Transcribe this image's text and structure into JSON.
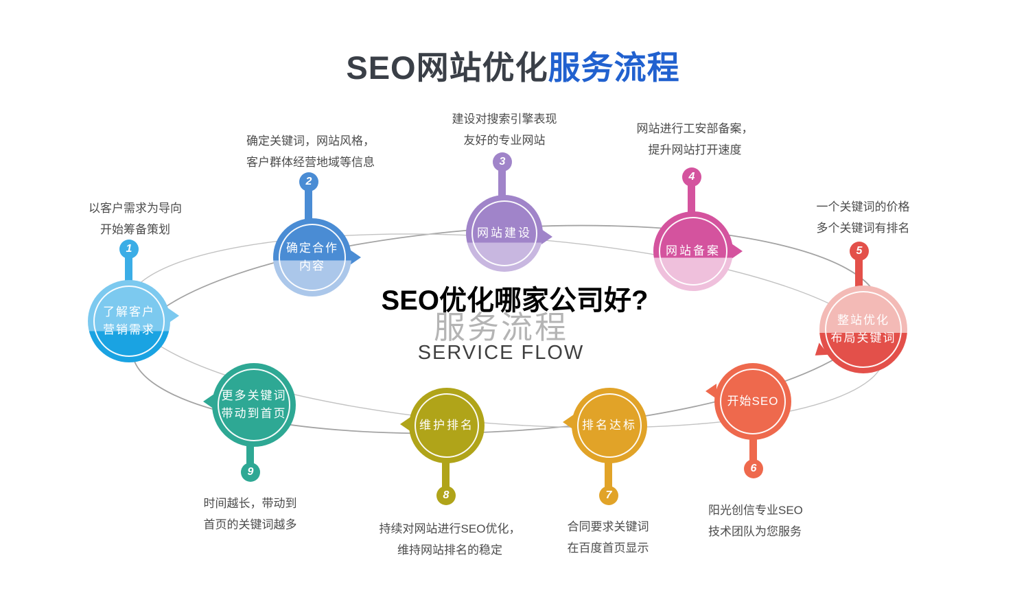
{
  "title": {
    "dark": "SEO网站优化",
    "blue": "服务流程"
  },
  "center": {
    "headline": "SEO优化哪家公司好?",
    "watermark": "服务流程",
    "subtitle": "SERVICE FLOW"
  },
  "colors": {
    "title_dark": "#3a3f47",
    "title_blue": "#2161cf",
    "desc_text": "#4b4b4b",
    "watermark": "#b4b4b4",
    "line_a": "#a3a3a3",
    "line_b": "#c2c2c2"
  },
  "nodes": [
    {
      "number": "1",
      "label": [
        "了解客户",
        "营销需求"
      ],
      "desc": [
        "以客户需求为导向",
        "开始筹备策划"
      ],
      "colors": {
        "top": "#7cc9ef",
        "bottom": "#1aa3e2",
        "badge": "#3bade6"
      }
    },
    {
      "number": "2",
      "label": [
        "确定合作",
        "内容"
      ],
      "desc": [
        "确定关键词，网站风格，",
        "客户群体经营地域等信息"
      ],
      "colors": {
        "top": "#4a8cd4",
        "bottom": "#abc7ea",
        "badge": "#4a8cd4"
      }
    },
    {
      "number": "3",
      "label": [
        "网站建设"
      ],
      "desc": [
        "建设对搜索引擎表现",
        "友好的专业网站"
      ],
      "colors": {
        "top": "#a084c9",
        "bottom": "#c8b7e0",
        "badge": "#a084c9"
      }
    },
    {
      "number": "4",
      "label": [
        "网站备案"
      ],
      "desc": [
        "网站进行工安部备案，",
        "提升网站打开速度"
      ],
      "colors": {
        "top": "#d4539e",
        "bottom": "#efc0dc",
        "badge": "#d4539e"
      }
    },
    {
      "number": "5",
      "label": [
        "整站优化",
        "布局关键词"
      ],
      "desc": [
        "一个关键词的价格",
        "多个关键词有排名"
      ],
      "colors": {
        "top": "#f3bab6",
        "bottom": "#e3504a",
        "badge": "#e3504a"
      }
    },
    {
      "number": "6",
      "label": [
        "开始SEO"
      ],
      "desc": [
        "阳光创信专业SEO",
        "技术团队为您服务"
      ],
      "colors": {
        "top": "#ee694d",
        "bottom": "#ee694d",
        "badge": "#ee694d"
      }
    },
    {
      "number": "7",
      "label": [
        "排名达标"
      ],
      "desc": [
        "合同要求关键词",
        "在百度首页显示"
      ],
      "colors": {
        "top": "#e1a328",
        "bottom": "#e1a328",
        "badge": "#e1a328"
      }
    },
    {
      "number": "8",
      "label": [
        "维护排名"
      ],
      "desc": [
        "持续对网站进行SEO优化，",
        "维持网站排名的稳定"
      ],
      "colors": {
        "top": "#b0a419",
        "bottom": "#b0a419",
        "badge": "#b0a419"
      }
    },
    {
      "number": "9",
      "label": [
        "更多关键词",
        "带动到首页"
      ],
      "desc": [
        "时间越长，带动到",
        "首页的关键词越多"
      ],
      "colors": {
        "top": "#2ea894",
        "bottom": "#2ea894",
        "badge": "#2ea894"
      }
    }
  ]
}
